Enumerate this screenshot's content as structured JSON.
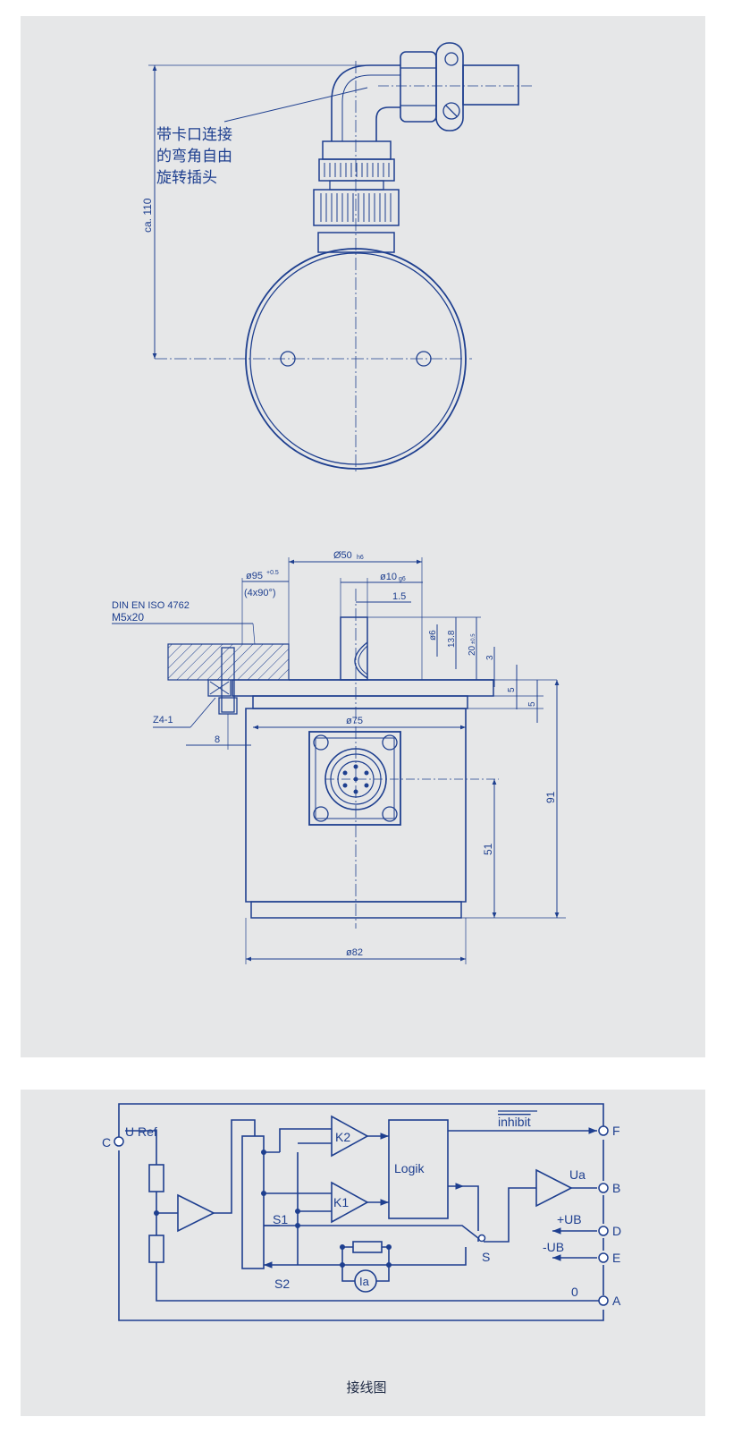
{
  "drawing": {
    "connector_note": [
      "带卡口连接",
      "的弯角自由",
      "旋转插头"
    ],
    "dim_height": "ca. 110",
    "dim_50": "Ø50",
    "dim_50_tol": "h6",
    "dim_95": "ø95",
    "dim_95_tol": "+0.5",
    "dim_95_note": "(4x90°)",
    "dim_10": "ø10",
    "dim_10_tol": "g6",
    "dim_1_5": "1.5",
    "dim_6": "ø6",
    "dim_13_8": "13.8",
    "dim_20": "20",
    "dim_20_tol": "±0.5",
    "dim_3": "3",
    "dim_5a": "5",
    "dim_5b": "5",
    "screw_std": "DIN EN ISO 4762",
    "screw_size": "M5x20",
    "clamp": "Z4-1",
    "dim_8": "8",
    "dim_75": "ø75",
    "dim_91": "91",
    "dim_51": "51",
    "dim_82": "ø82"
  },
  "wiring": {
    "uref": "U Ref",
    "term_c": "C",
    "k2": "K2",
    "k1": "K1",
    "logik": "Logik",
    "inhibit": "inhibit",
    "ua": "Ua",
    "plus_ub": "+UB",
    "minus_ub": "-UB",
    "s1": "S1",
    "s2": "S2",
    "s": "S",
    "ia": "Ia",
    "zero": "0",
    "term_f": "F",
    "term_b": "B",
    "term_d": "D",
    "term_e": "E",
    "term_a": "A"
  },
  "caption": "接线图",
  "colors": {
    "ink": "#1e3f8f",
    "panel": "#e6e7e8"
  }
}
